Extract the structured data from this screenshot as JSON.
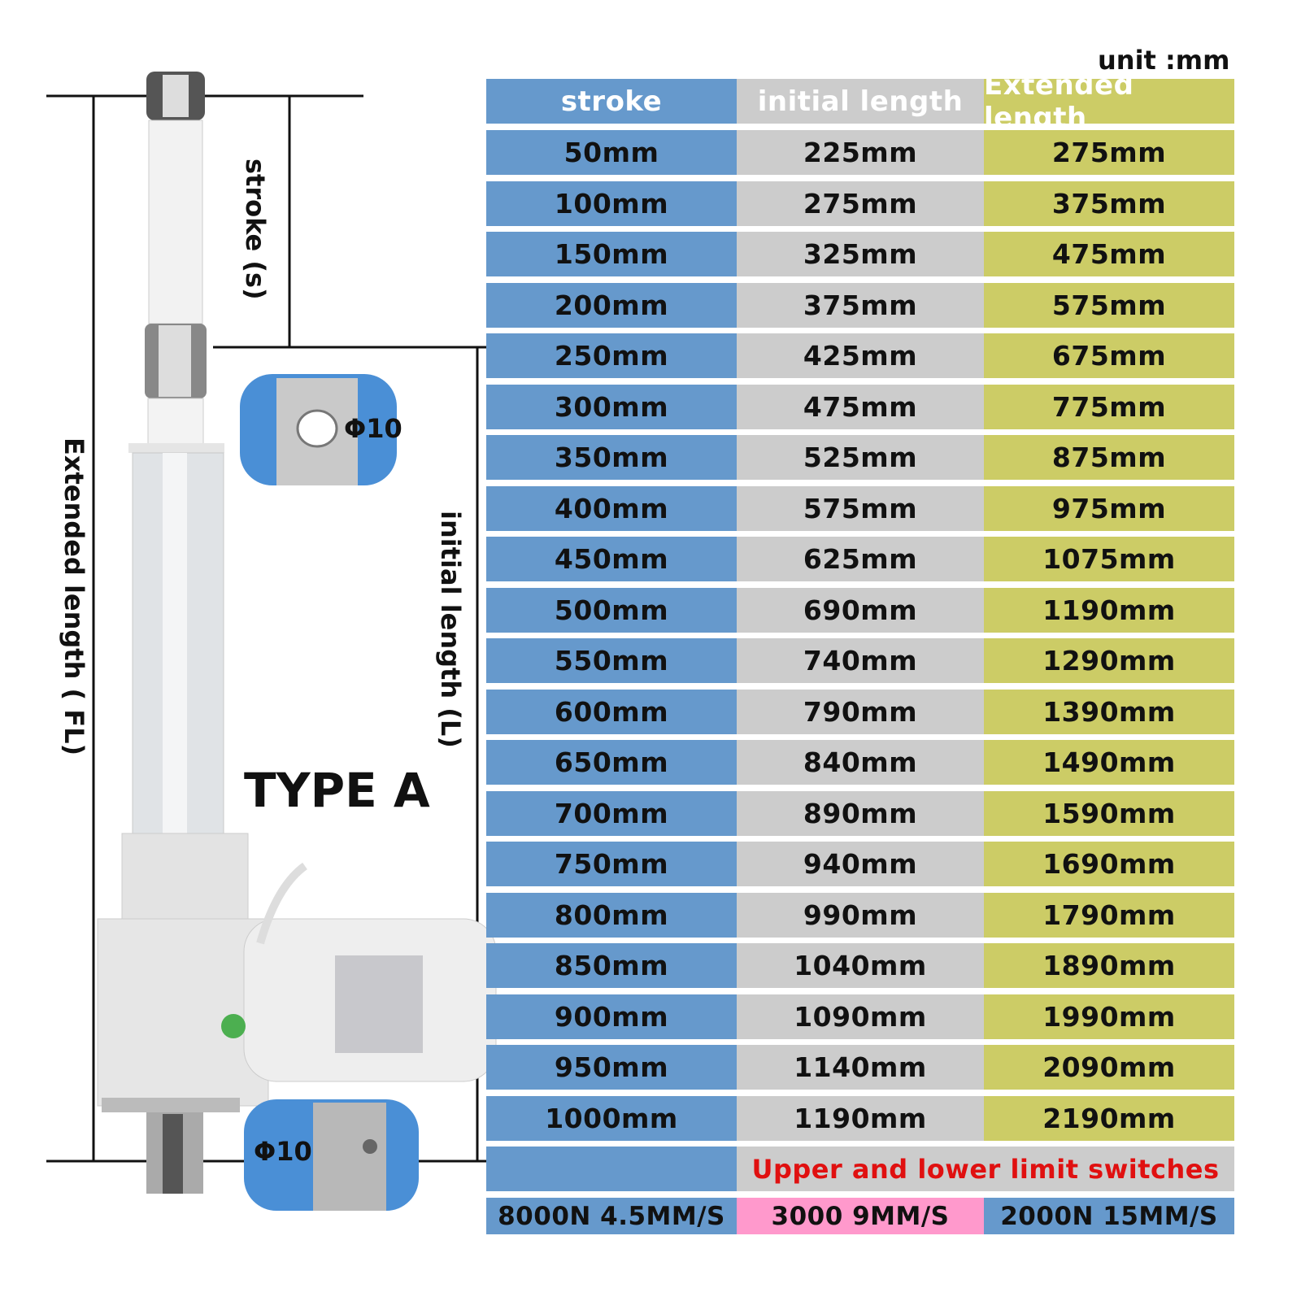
{
  "unit_label": "unit :mm",
  "headers": {
    "stroke": "stroke",
    "initial": "initial length",
    "extended": "Extended length"
  },
  "colors": {
    "stroke_col": "#6699cc",
    "initial_col": "#cccccc",
    "extended_col": "#cccc66",
    "pink": "#ff99cc",
    "red_text": "#e01010"
  },
  "rows": [
    {
      "stroke": "50mm",
      "initial": "225mm",
      "extended": "275mm"
    },
    {
      "stroke": "100mm",
      "initial": "275mm",
      "extended": "375mm"
    },
    {
      "stroke": "150mm",
      "initial": "325mm",
      "extended": "475mm"
    },
    {
      "stroke": "200mm",
      "initial": "375mm",
      "extended": "575mm"
    },
    {
      "stroke": "250mm",
      "initial": "425mm",
      "extended": "675mm"
    },
    {
      "stroke": "300mm",
      "initial": "475mm",
      "extended": "775mm"
    },
    {
      "stroke": "350mm",
      "initial": "525mm",
      "extended": "875mm"
    },
    {
      "stroke": "400mm",
      "initial": "575mm",
      "extended": "975mm"
    },
    {
      "stroke": "450mm",
      "initial": "625mm",
      "extended": "1075mm"
    },
    {
      "stroke": "500mm",
      "initial": "690mm",
      "extended": "1190mm"
    },
    {
      "stroke": "550mm",
      "initial": "740mm",
      "extended": "1290mm"
    },
    {
      "stroke": "600mm",
      "initial": "790mm",
      "extended": "1390mm"
    },
    {
      "stroke": "650mm",
      "initial": "840mm",
      "extended": "1490mm"
    },
    {
      "stroke": "700mm",
      "initial": "890mm",
      "extended": "1590mm"
    },
    {
      "stroke": "750mm",
      "initial": "940mm",
      "extended": "1690mm"
    },
    {
      "stroke": "800mm",
      "initial": "990mm",
      "extended": "1790mm"
    },
    {
      "stroke": "850mm",
      "initial": "1040mm",
      "extended": "1890mm"
    },
    {
      "stroke": "900mm",
      "initial": "1090mm",
      "extended": "1990mm"
    },
    {
      "stroke": "950mm",
      "initial": "1140mm",
      "extended": "2090mm"
    },
    {
      "stroke": "1000mm",
      "initial": "1190mm",
      "extended": "2190mm"
    }
  ],
  "limit_note": "Upper and lower limit switches",
  "speeds": [
    "8000N 4.5MM/S",
    "3000 9MM/S",
    "2000N 15MM/S"
  ],
  "diagram": {
    "stroke_label": "stroke (s)",
    "extended_label": "Extended length ( FL)",
    "initial_label": "initial length (L)",
    "type_label": "TYPE A",
    "hole_top": "Φ10",
    "hole_bottom": "Φ10"
  }
}
